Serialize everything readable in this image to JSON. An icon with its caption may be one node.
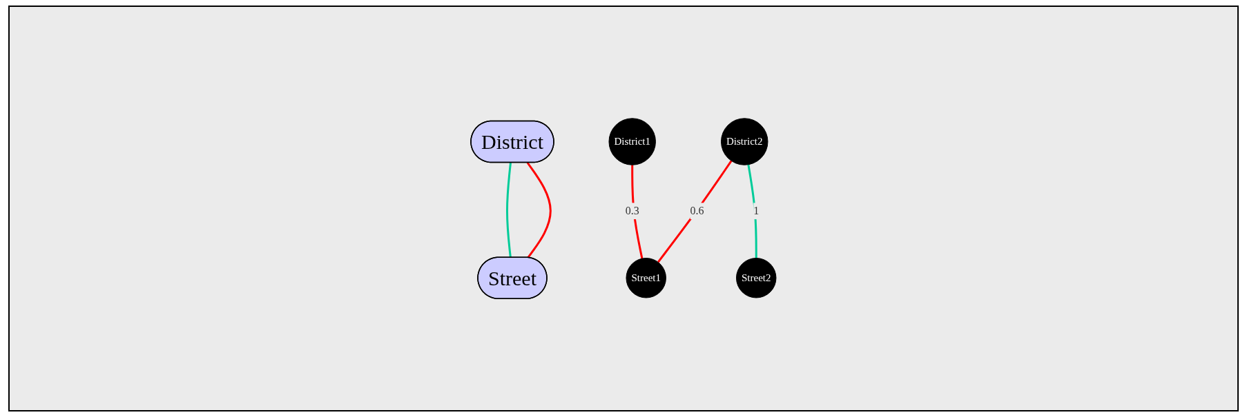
{
  "diagram": {
    "nodes": [
      {
        "text": [
          "District"
        ]
      },
      {
        "text": [
          "Street"
        ]
      },
      {
        "text": [
          "District1"
        ]
      },
      {
        "text": [
          "District2"
        ]
      },
      {
        "text": [
          "Street1"
        ]
      },
      {
        "text": [
          "Street2"
        ]
      }
    ],
    "edges": [
      {
        "from": 0,
        "to": 1,
        "arrow": "none",
        "color": "#00cc99"
      },
      {
        "from": 0,
        "to": 1,
        "arrow": "none"
      },
      {
        "from": 2,
        "to": 4,
        "arrow": "none",
        "label": "0.3"
      },
      {
        "from": 3,
        "to": 4,
        "arrow": "none",
        "label": "0.6"
      },
      {
        "from": 3,
        "to": 5,
        "arrow": "none",
        "label": "1",
        "color": "#00cc99"
      }
    ]
  }
}
